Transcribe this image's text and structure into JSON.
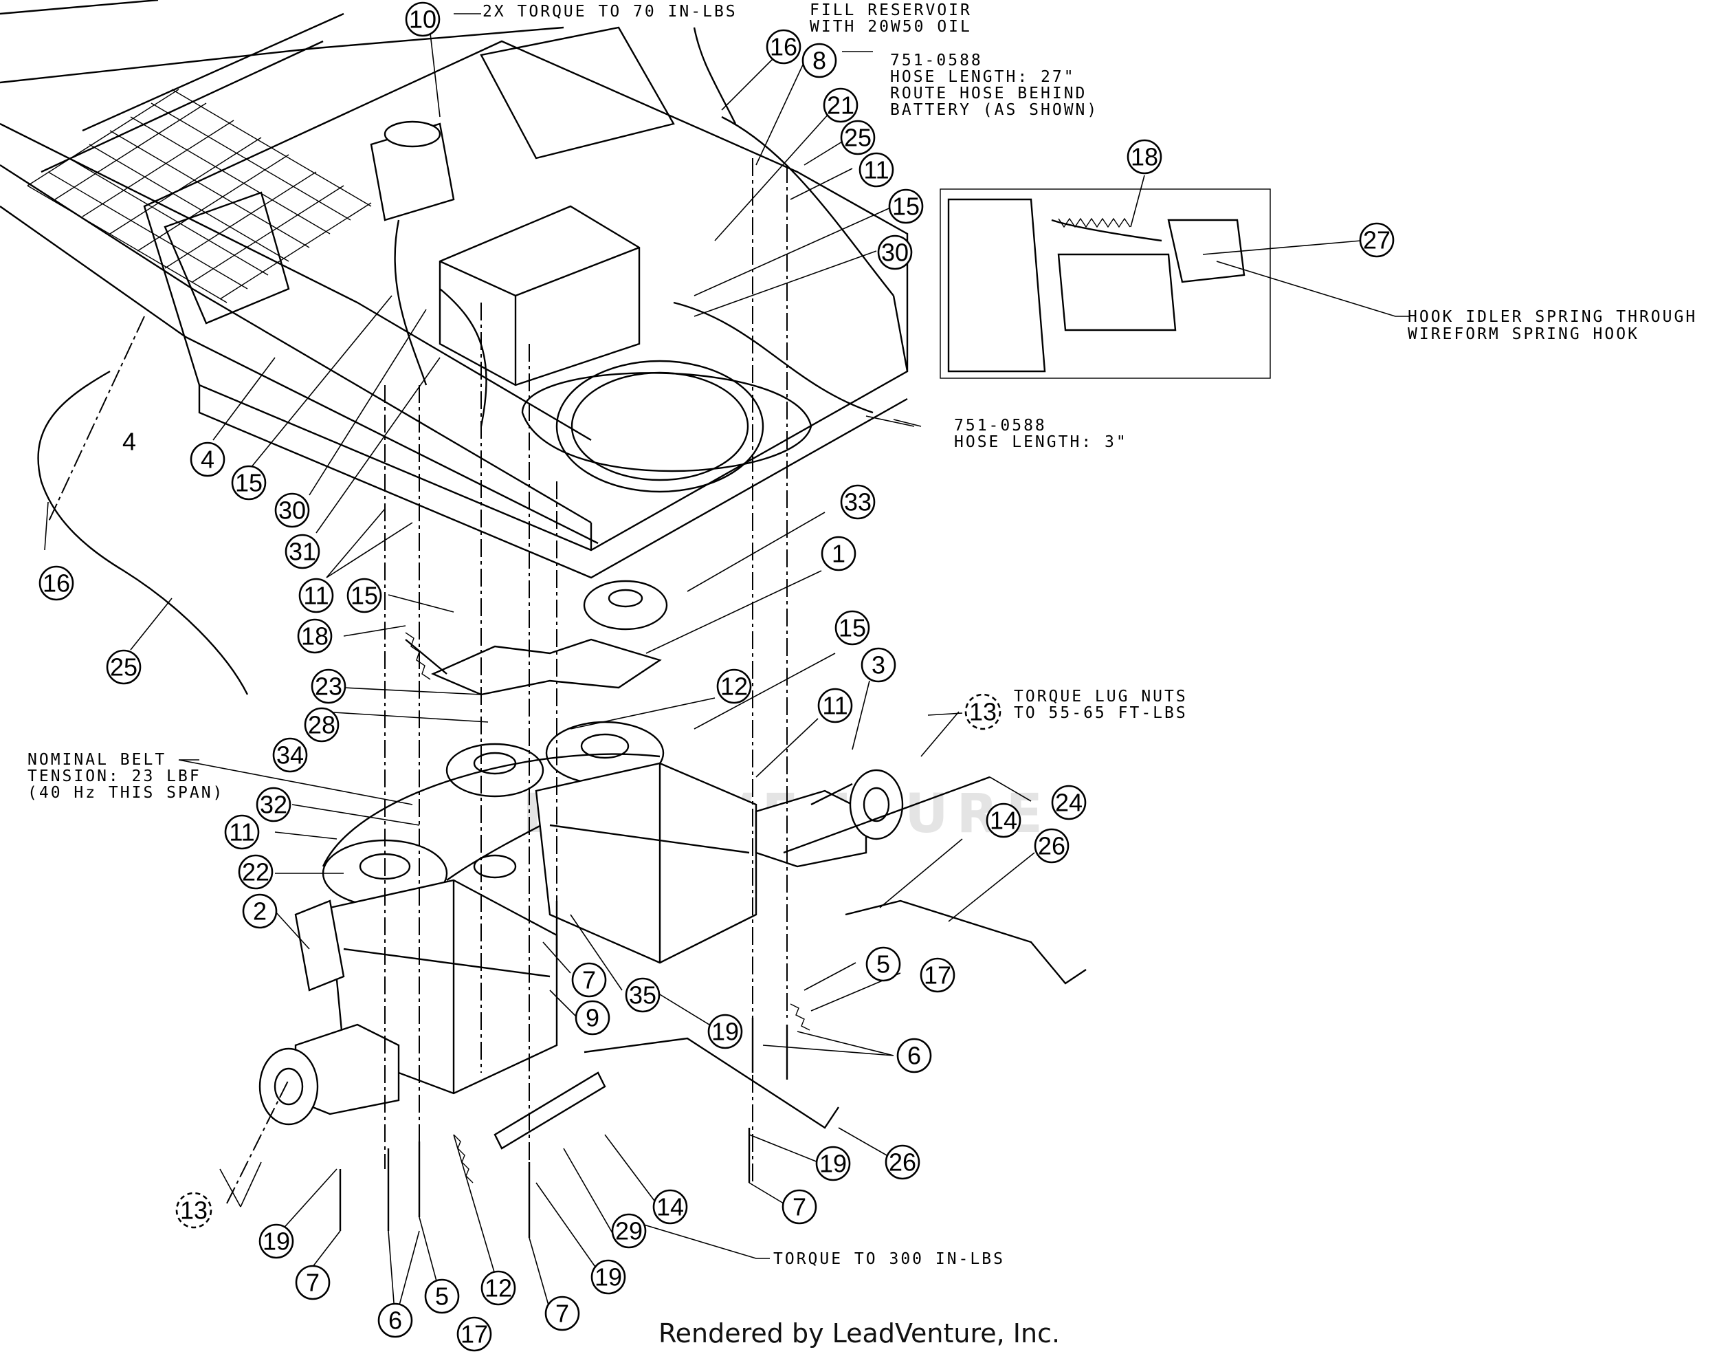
{
  "callouts": [
    {
      "label": "10",
      "cx": 0,
      "cy": 0
    },
    {
      "label": "16"
    },
    {
      "label": "8"
    },
    {
      "label": "21"
    },
    {
      "label": "25"
    },
    {
      "label": "11"
    },
    {
      "label": "15"
    },
    {
      "label": "30"
    },
    {
      "label": "18"
    },
    {
      "label": "27"
    },
    {
      "label": "4"
    },
    {
      "label": "15"
    },
    {
      "label": "30"
    },
    {
      "label": "31"
    },
    {
      "label": "11"
    },
    {
      "label": "15"
    },
    {
      "label": "16"
    },
    {
      "label": "18"
    },
    {
      "label": "25"
    },
    {
      "label": "33"
    },
    {
      "label": "1"
    },
    {
      "label": "15"
    },
    {
      "label": "3"
    },
    {
      "label": "12"
    },
    {
      "label": "23"
    },
    {
      "label": "28"
    },
    {
      "label": "11"
    },
    {
      "label": "13"
    },
    {
      "label": "34"
    },
    {
      "label": "24"
    },
    {
      "label": "32"
    },
    {
      "label": "14"
    },
    {
      "label": "11"
    },
    {
      "label": "26"
    },
    {
      "label": "22"
    },
    {
      "label": "2"
    },
    {
      "label": "7"
    },
    {
      "label": "5"
    },
    {
      "label": "17"
    },
    {
      "label": "9"
    },
    {
      "label": "35"
    },
    {
      "label": "19"
    },
    {
      "label": "6"
    },
    {
      "label": "26"
    },
    {
      "label": "19"
    },
    {
      "label": "13"
    },
    {
      "label": "14"
    },
    {
      "label": "29"
    },
    {
      "label": "7"
    },
    {
      "label": "19"
    },
    {
      "label": "7"
    },
    {
      "label": "19"
    },
    {
      "label": "12"
    },
    {
      "label": "7"
    },
    {
      "label": "5"
    },
    {
      "label": "6"
    },
    {
      "label": "17"
    }
  ],
  "notes": {
    "torque_70": "2X TORQUE TO 70 IN-LBS",
    "fill_reservoir_1": "FILL RESERVOIR",
    "fill_reservoir_2": "WITH 20W50 OIL",
    "hose27_1": "751-0588",
    "hose27_2": "HOSE LENGTH: 27\"",
    "hose27_3": "ROUTE HOSE BEHIND",
    "hose27_4": "BATTERY (AS SHOWN)",
    "hook_1": "HOOK IDLER SPRING THROUGH",
    "hook_2": "WIREFORM SPRING HOOK",
    "hose3_1": "751-0588",
    "hose3_2": "HOSE LENGTH: 3\"",
    "lug_1": "TORQUE LUG NUTS",
    "lug_2": "TO 55-65 FT-LBS",
    "belt_1": "NOMINAL BELT",
    "belt_2": "TENSION: 23 LBF",
    "belt_3": "(40 Hz THIS SPAN)",
    "torque_300": "TORQUE TO 300 IN-LBS",
    "free_label_4": "4"
  },
  "credit": "Rendered by LeadVenture, Inc.",
  "watermark": "LEADVENTURE"
}
